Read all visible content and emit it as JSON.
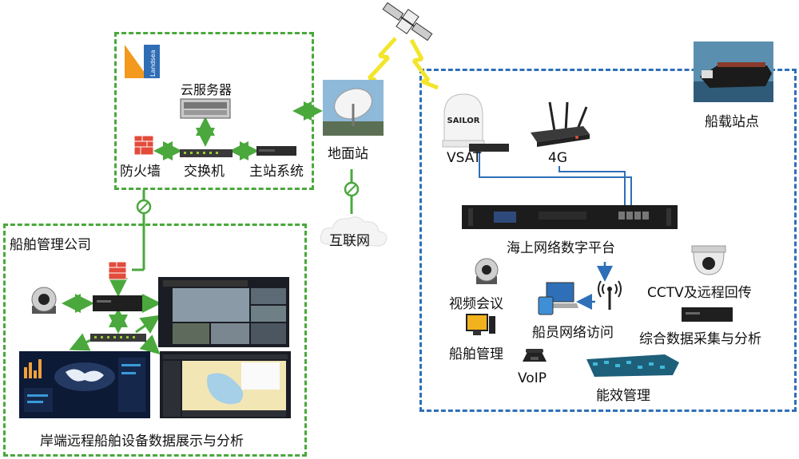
{
  "cloud_zone": {
    "logo_text": "Landsea",
    "cloud_server": "云服务器",
    "firewall": "防火墙",
    "switch": "交换机",
    "master_station": "主站系统"
  },
  "ground": {
    "ground_station": "地面站",
    "internet": "互联网"
  },
  "company_zone": {
    "title": "船舶管理公司",
    "caption": "岸端远程船舶设备数据展示与分析"
  },
  "ship_zone": {
    "title": "船载站点",
    "vsat": "VSAT",
    "vsat_brand": "SAILOR",
    "fourg": "4G",
    "platform": "海上网络数字平台",
    "video_conf": "视频会议",
    "ship_mgmt": "船舶管理",
    "voip": "VoIP",
    "crew_access": "船员网络访问",
    "cctv": "CCTV及远程回传",
    "data_collect": "综合数据采集与分析",
    "energy_mgmt": "能效管理"
  },
  "colors": {
    "green": "#4aa83c",
    "blue": "#2e6fb7",
    "yellow": "#f2e52b",
    "logo_orange": "#f39a1e",
    "logo_blue": "#2f6eb5"
  }
}
